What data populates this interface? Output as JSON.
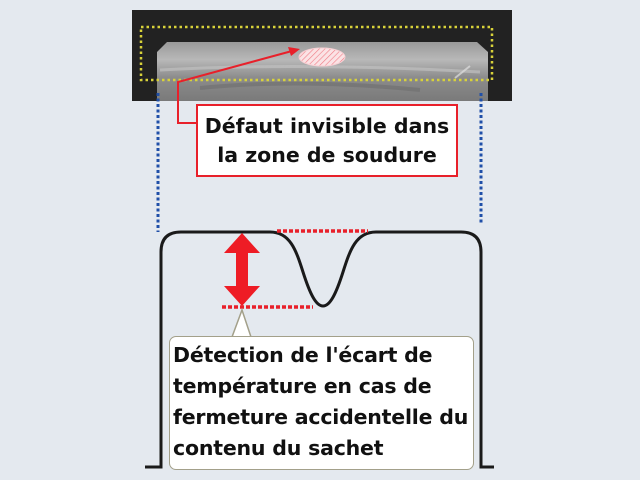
{
  "diagram": {
    "top_image": {
      "description": "thermal image of sealed pouch",
      "zone_outline_color": "#d8d23a",
      "defect_spot_color": "#f5c8cc"
    },
    "defect_label": {
      "lines": [
        "Défaut invisible dans",
        "la zone de soudure"
      ],
      "border_color": "#e8202a"
    },
    "profile": {
      "curve_color": "#1a1a1a",
      "guide_color": "#1f4fa8",
      "threshold_color": "#e8202a",
      "arrow_color": "#ee1c25"
    },
    "detection_label": {
      "lines": [
        "Détection de l'écart de",
        "température en cas de",
        "fermeture accidentelle du",
        "contenu du sachet"
      ],
      "border_color": "#a3a08a"
    }
  }
}
